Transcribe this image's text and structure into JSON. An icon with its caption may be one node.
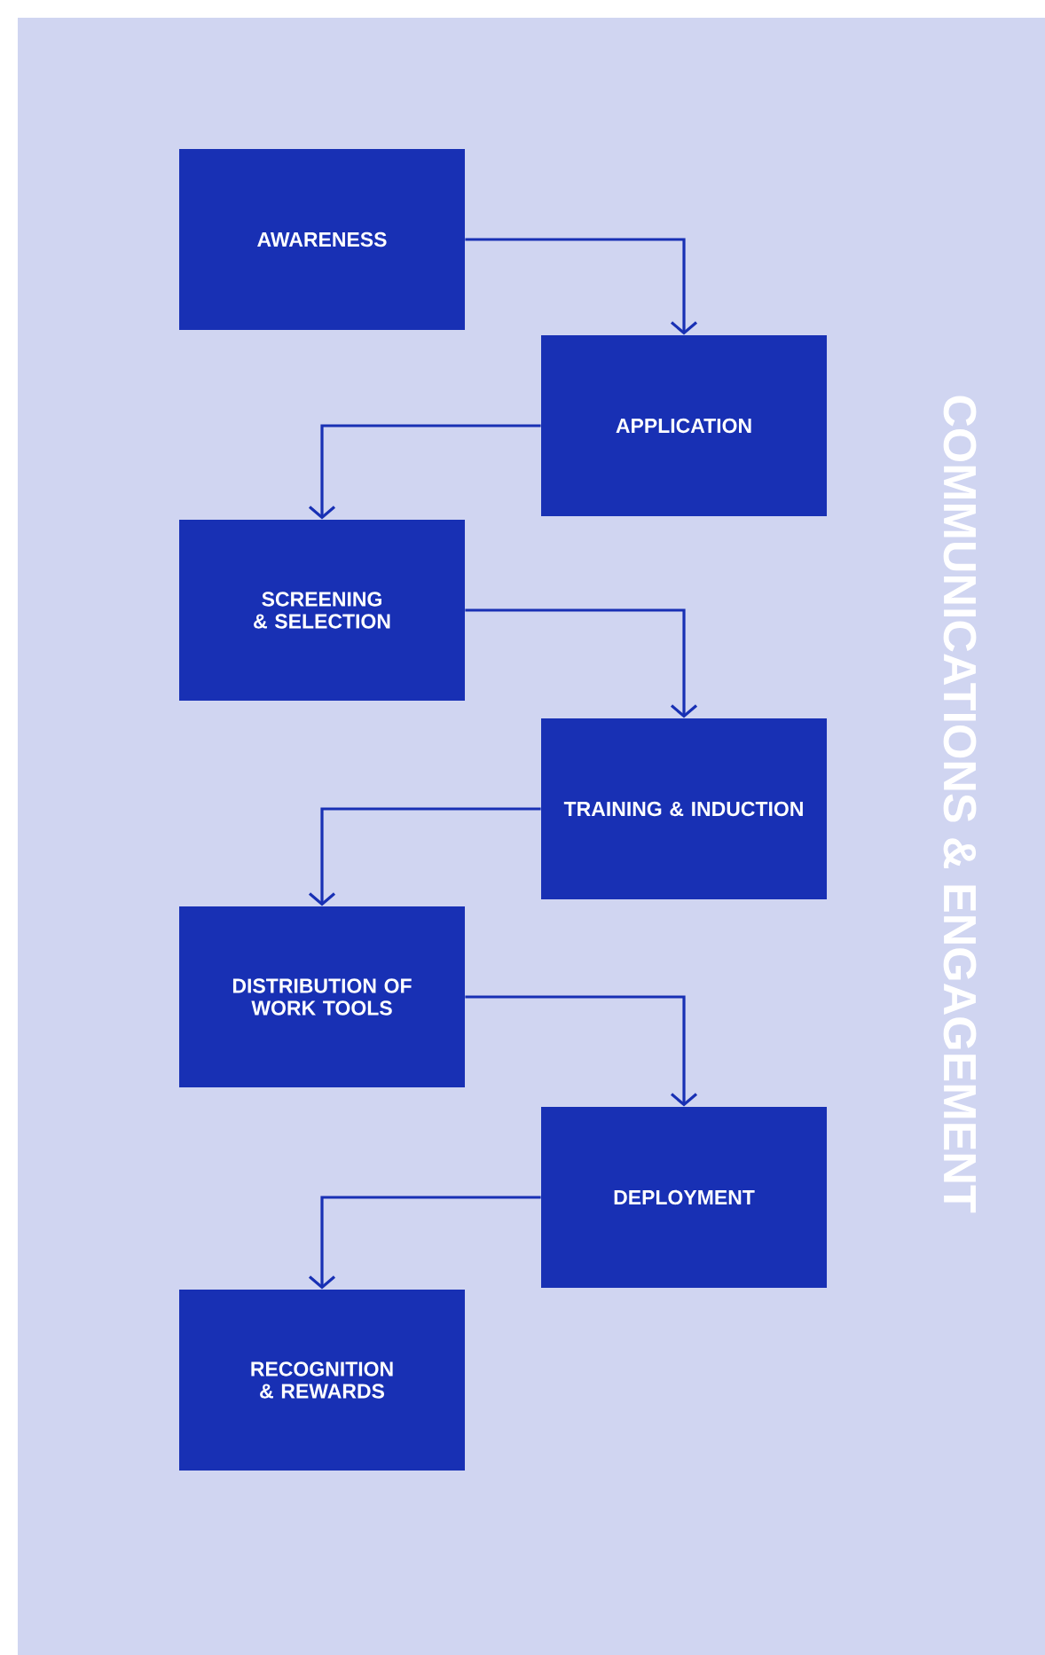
{
  "diagram": {
    "nodes": [
      {
        "text": [
          "AWARENESS"
        ]
      },
      {
        "text": [
          "APPLICATION"
        ]
      },
      {
        "text": [
          "SCREENING & SELECTION"
        ]
      },
      {
        "text": [
          "TRAINING & INDUCTION"
        ]
      },
      {
        "text": [
          "DISTRIBUTION OF WORK TOOLS"
        ]
      },
      {
        "text": [
          "DEPLOYMENT"
        ]
      },
      {
        "text": [
          "RECOGNITION & REWARDS"
        ]
      }
    ],
    "edges": [
      {
        "from": 0,
        "to": 1,
        "arrow": "to"
      },
      {
        "from": 1,
        "to": 2,
        "arrow": "to"
      },
      {
        "from": 2,
        "to": 3,
        "arrow": "to"
      },
      {
        "from": 3,
        "to": 4,
        "arrow": "to"
      },
      {
        "from": 4,
        "to": 5,
        "arrow": "to"
      },
      {
        "from": 5,
        "to": 6,
        "arrow": "to"
      }
    ],
    "labels": [
      "COMMUNICATIONS & ENGAGEMENT"
    ]
  }
}
